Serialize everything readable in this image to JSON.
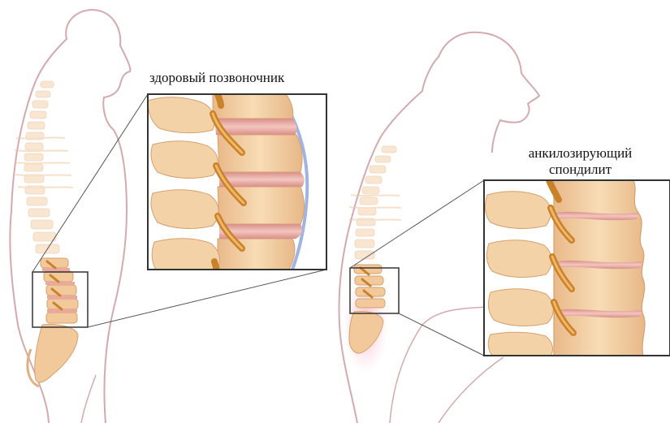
{
  "labels": {
    "healthy": "здоровый позвоночник",
    "disease_line1": "анкилозирующий",
    "disease_line2": "спондилит"
  },
  "colors": {
    "body_outline": "#d4aab0",
    "bone": "#efc596",
    "bone_light": "#f8deba",
    "disc": "#e9a8a0",
    "nerve": "#c9822a",
    "ligament": "#9fb4e0",
    "inflammation": "#f5b8c8",
    "frame": "#333333"
  }
}
